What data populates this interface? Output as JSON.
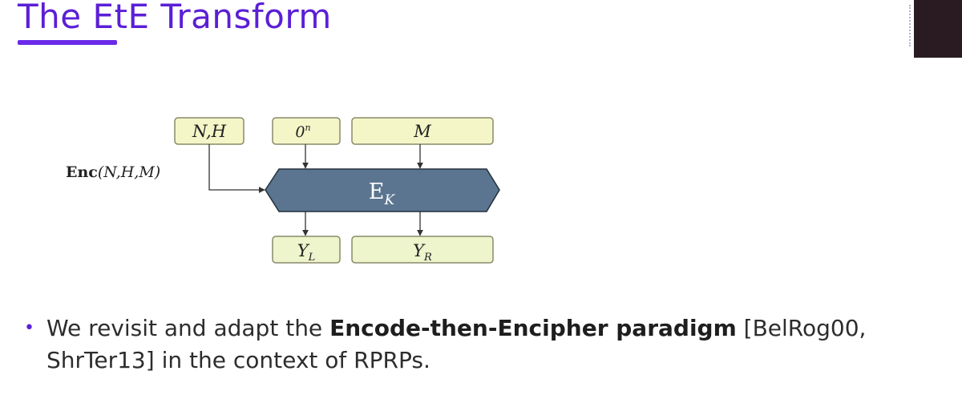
{
  "slide": {
    "title": "The EtE Transform",
    "accent_color": "#5b1fd6"
  },
  "diagram": {
    "enc_label_bold": "Enc",
    "enc_label_args": "(N,H,M)",
    "inputs": {
      "nh": "N,H",
      "zero_base": "0",
      "zero_sup": "n",
      "m": "M"
    },
    "block": {
      "main": "E",
      "sub": "K"
    },
    "outputs": {
      "yl_main": "Y",
      "yl_sub": "L",
      "yr_main": "Y",
      "yr_sub": "R"
    },
    "colors": {
      "box_fill": "#f4f6c8",
      "box_stroke": "#8a8a6a",
      "block_fill": "#5b7590",
      "block_stroke": "#22303c",
      "arrow": "#333333"
    }
  },
  "bullet": {
    "dot": "•",
    "text_before": "We revisit and adapt the ",
    "text_bold": "Encode-then-Encipher paradigm",
    "text_after": " [BelRog00, ShrTer13] in the context of RPRPs."
  }
}
